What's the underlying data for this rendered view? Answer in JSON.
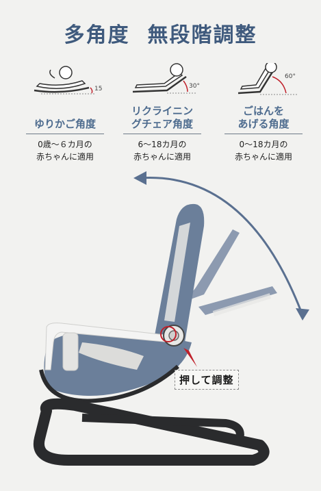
{
  "title": {
    "part1": "多角度",
    "part2": "無段階調整"
  },
  "angles": [
    {
      "degree": "15°",
      "heading": "ゆりかご角度",
      "age_line1": "0歳〜６カ月の",
      "age_line2": "赤ちゃんに適用"
    },
    {
      "degree": "30°",
      "heading_line1": "リクライニン",
      "heading_line2": "グチェア角度",
      "age_line1": "6〜18カ月の",
      "age_line2": "赤ちゃんに適用"
    },
    {
      "degree": "60°",
      "heading_line1": "ごはんを",
      "heading_line2": "あげる角度",
      "age_line1": "0〜18カ月の",
      "age_line2": "赤ちゃんに適用"
    }
  ],
  "callout": "押して調整",
  "colors": {
    "title": "#3f5a7d",
    "heading": "#4d6b8e",
    "fabric": "#6b7f9a",
    "base": "#2a2b2d",
    "arrow": "#5a7090",
    "marker": "#c0202a"
  }
}
